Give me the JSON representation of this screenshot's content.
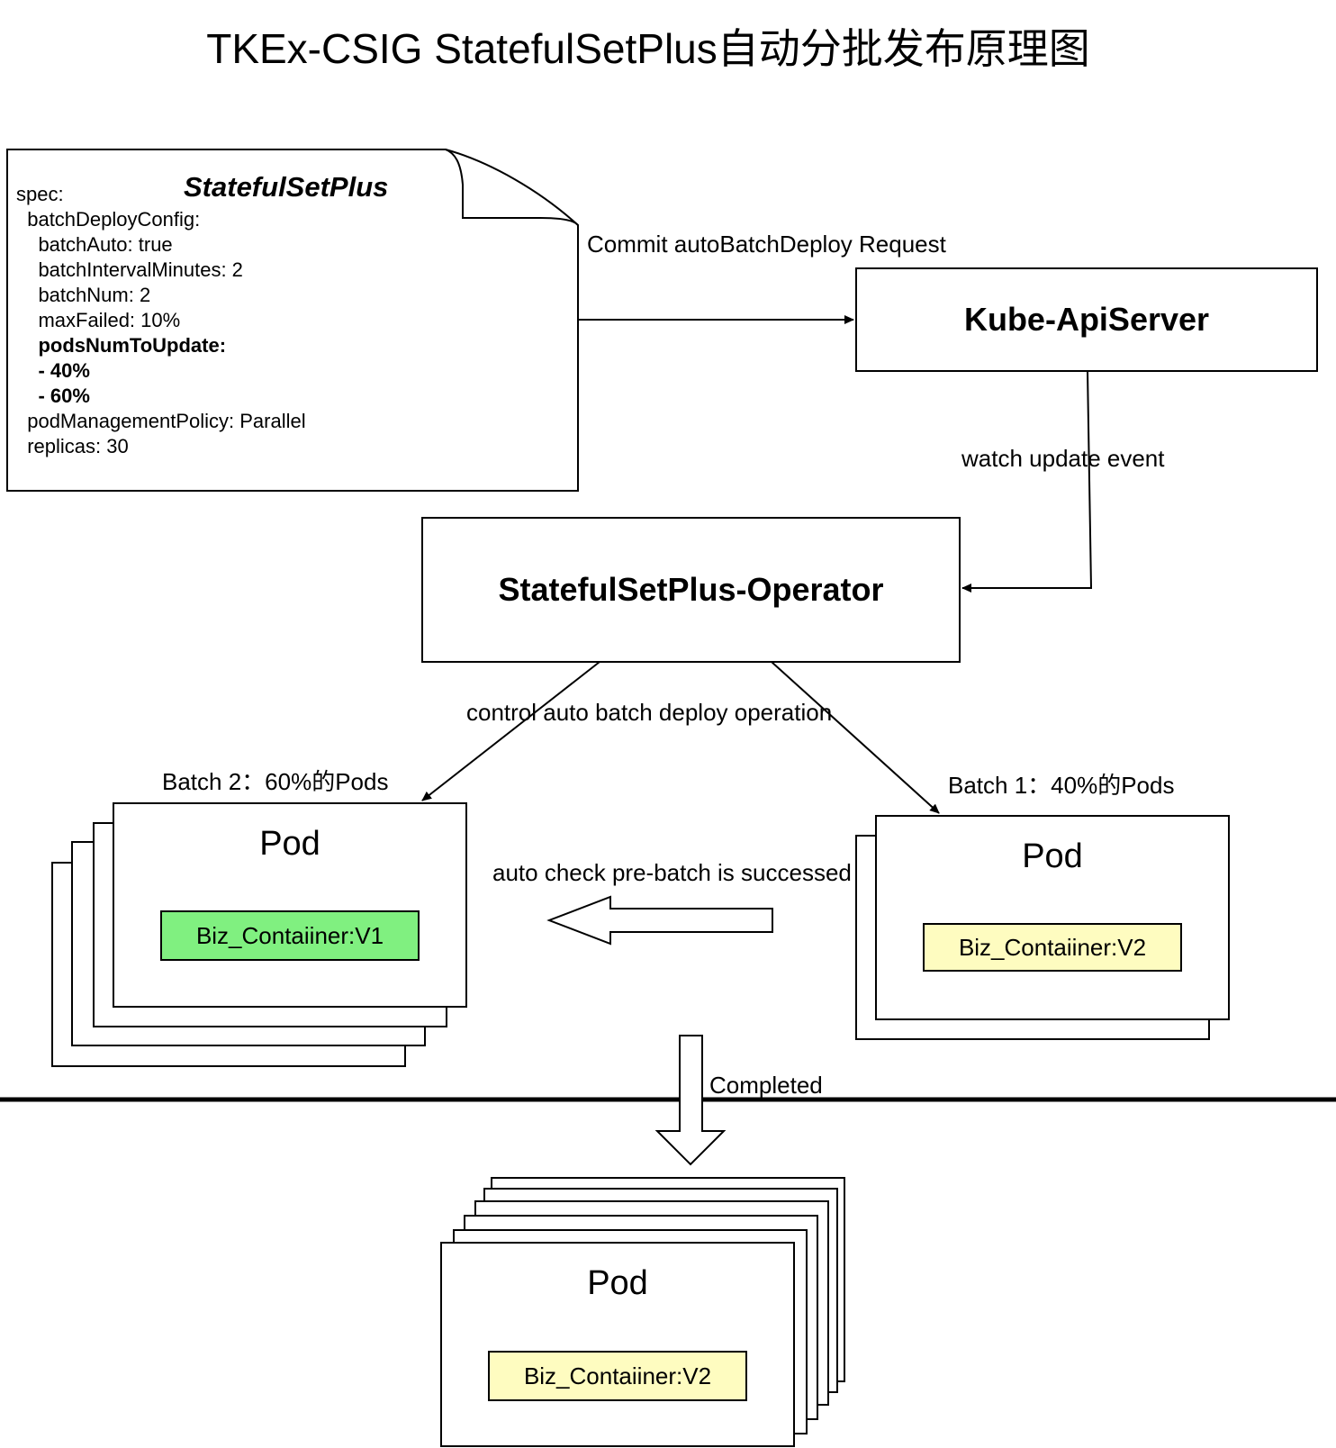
{
  "title": "TKEx-CSIG StatefulSetPlus自动分批发布原理图",
  "spec": {
    "title": "StatefulSetPlus",
    "lines": [
      {
        "text": "spec:",
        "bold": false
      },
      {
        "text": "  batchDeployConfig:",
        "bold": false
      },
      {
        "text": "    batchAuto: true",
        "bold": false
      },
      {
        "text": "    batchIntervalMinutes: 2",
        "bold": false
      },
      {
        "text": "    batchNum: 2",
        "bold": false
      },
      {
        "text": "    maxFailed: 10%",
        "bold": false
      },
      {
        "text": "    podsNumToUpdate:",
        "bold": true
      },
      {
        "text": "    - 40%",
        "bold": true
      },
      {
        "text": "    - 60%",
        "bold": true
      },
      {
        "text": "  podManagementPolicy: Parallel",
        "bold": false
      },
      {
        "text": "  replicas: 30",
        "bold": false
      }
    ]
  },
  "apiserver": {
    "label": "Kube-ApiServer"
  },
  "operator": {
    "label": "StatefulSetPlus-Operator"
  },
  "edges": {
    "commit": "Commit autoBatchDeploy Request",
    "watch": "watch update event",
    "control": "control auto batch deploy operation",
    "check": "auto check pre-batch is successed",
    "completed": "Completed"
  },
  "batch2": {
    "label": "Batch 2：60%的Pods",
    "pod_title": "Pod",
    "container": "Biz_Contaiiner:V1",
    "container_color": "#80f080"
  },
  "batch1": {
    "label": "Batch 1：40%的Pods",
    "pod_title": "Pod",
    "container": "Biz_Contaiiner:V2",
    "container_color": "#fefcc0"
  },
  "final": {
    "pod_title": "Pod",
    "container": "Biz_Contaiiner:V2",
    "container_color": "#fefcc0"
  }
}
